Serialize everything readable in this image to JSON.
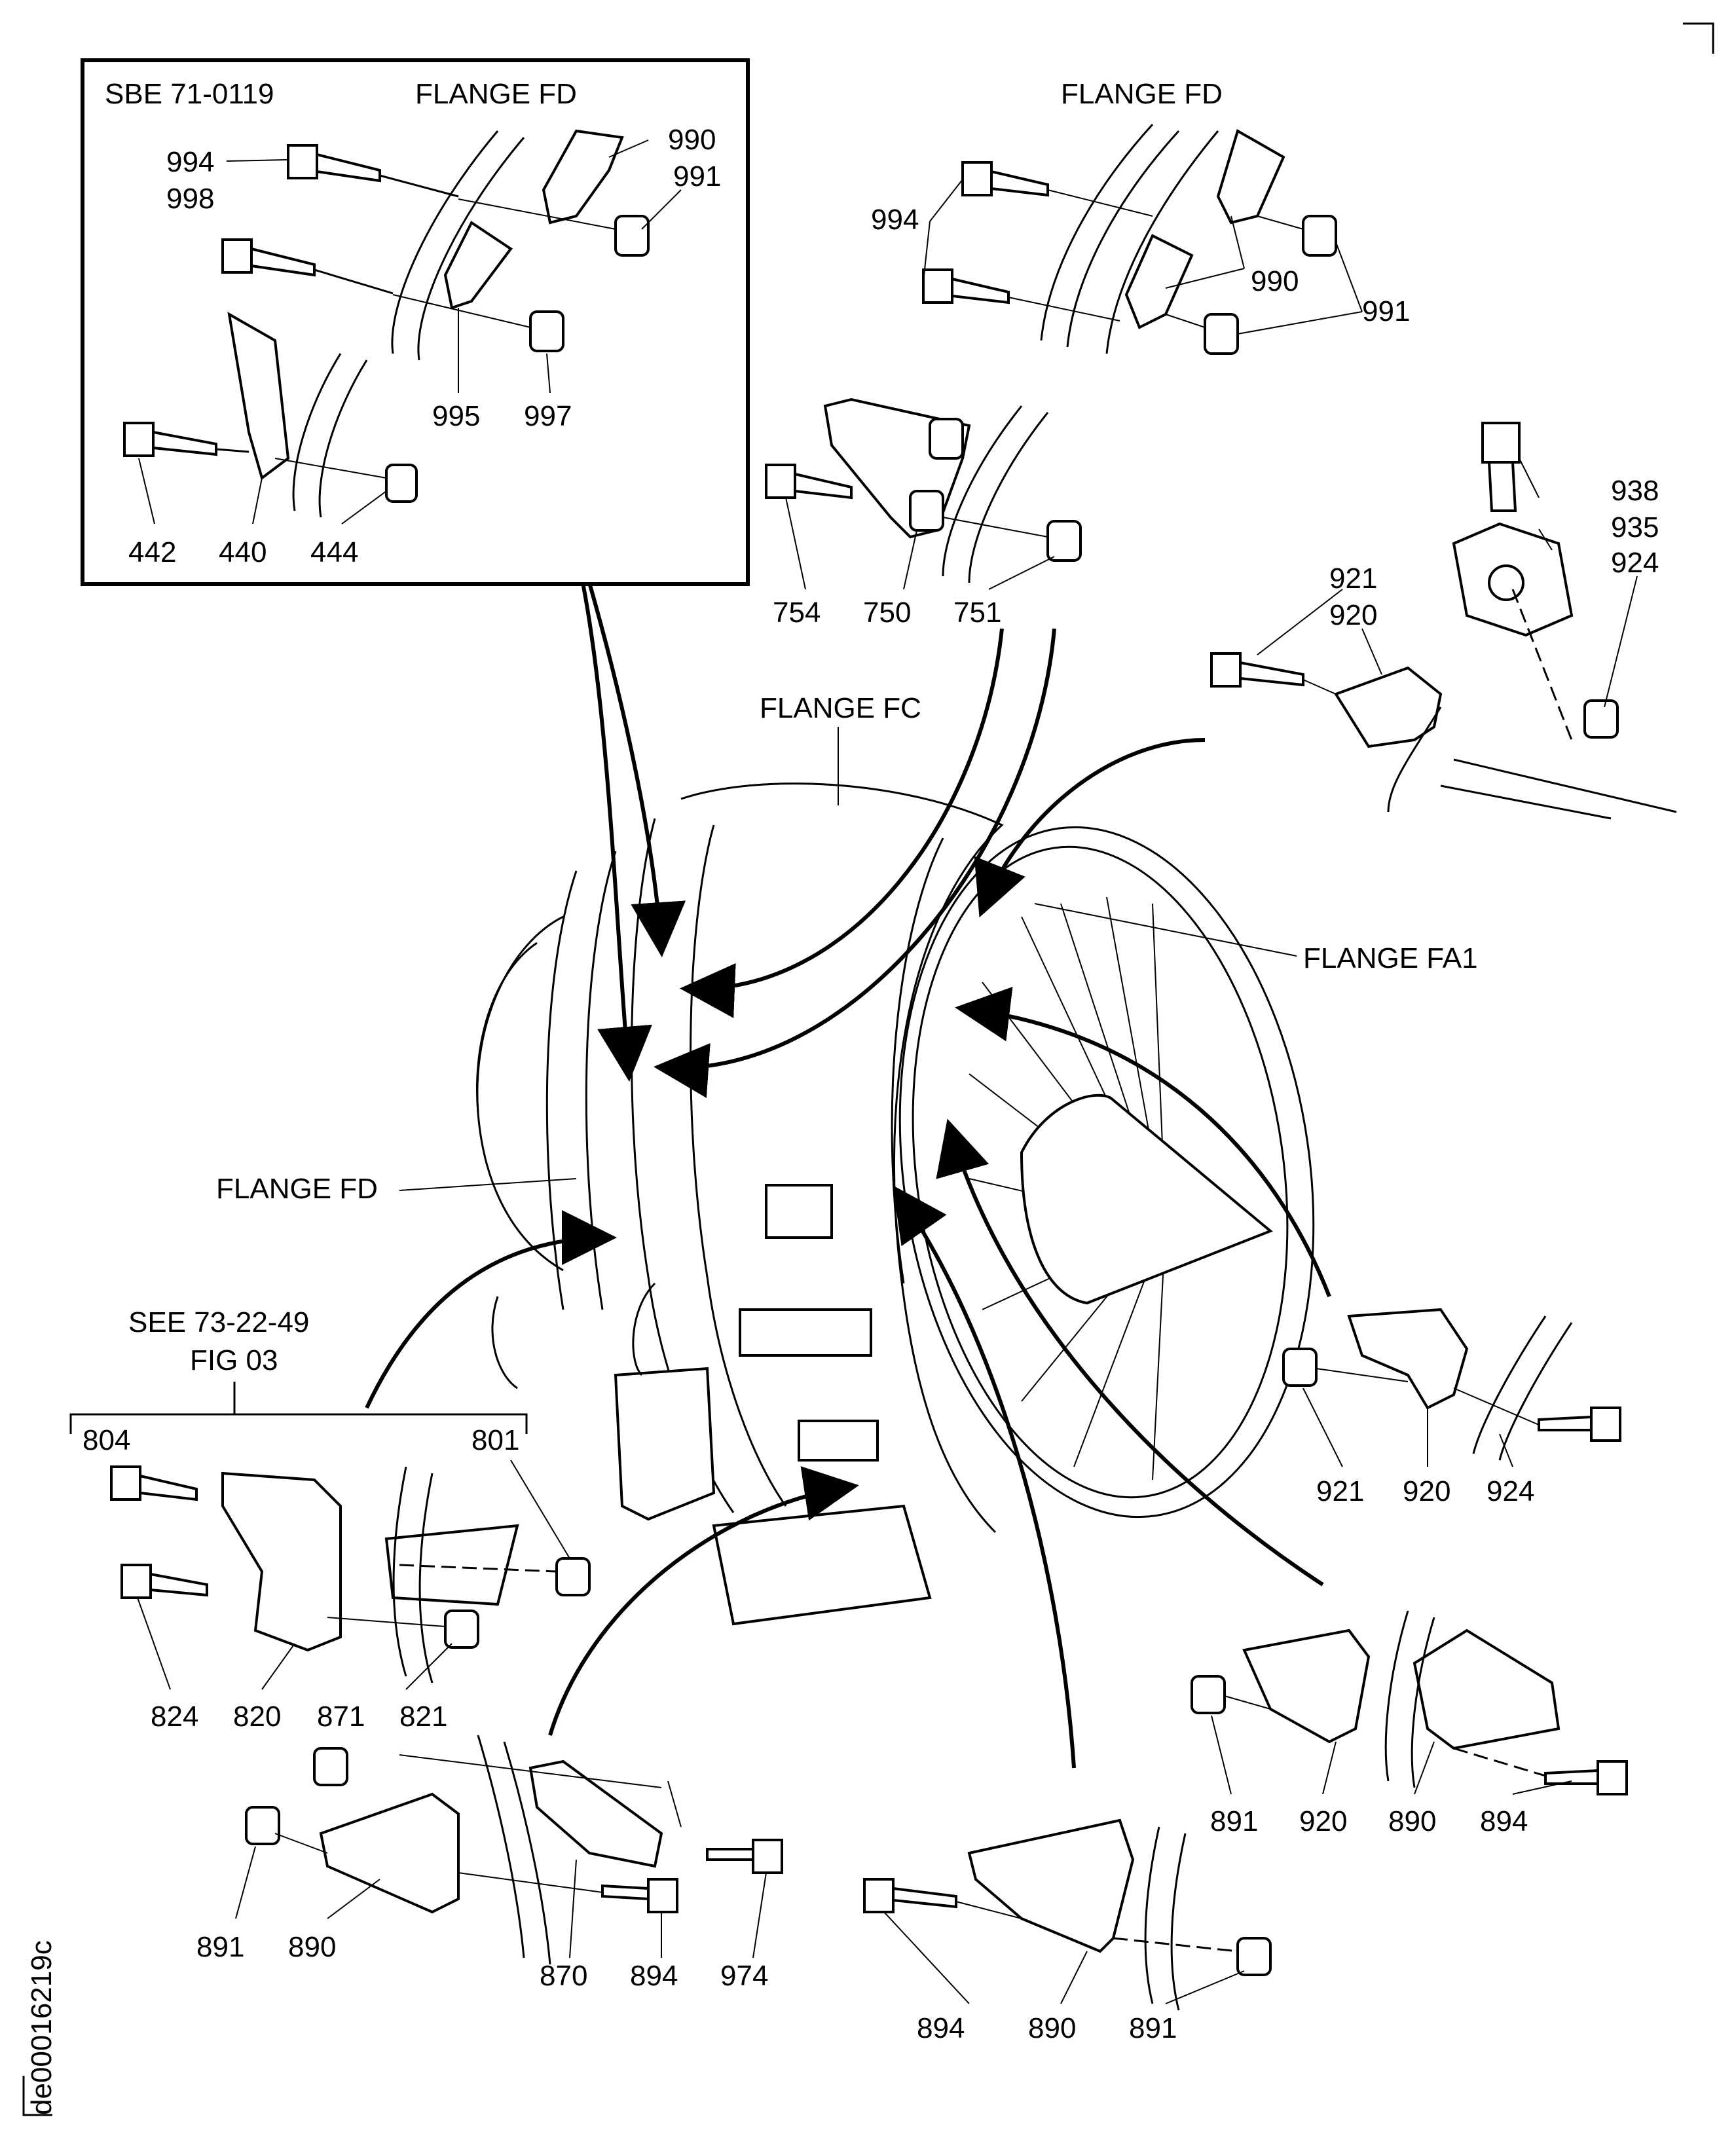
{
  "document_id": "de00016219c",
  "inset": {
    "title": "SBE 71-0119",
    "flange": "FLANGE FD",
    "callouts": [
      "994",
      "998",
      "990",
      "991",
      "995",
      "997",
      "442",
      "440",
      "444"
    ]
  },
  "flange_labels": {
    "fd_top": "FLANGE FD",
    "fc": "FLANGE FC",
    "fa1": "FLANGE FA1",
    "fd_left": "FLANGE FD"
  },
  "reference": {
    "line1": "SEE 73-22-49",
    "line2": "FIG 03"
  },
  "callouts": {
    "top_fd": [
      "994",
      "990",
      "991"
    ],
    "mid_750": [
      "754",
      "750",
      "751"
    ],
    "right_935": [
      "938",
      "935",
      "924",
      "921",
      "920"
    ],
    "right_920b": [
      "921",
      "920",
      "924"
    ],
    "left_820": [
      "804",
      "801",
      "824",
      "820",
      "871",
      "821"
    ],
    "bottom_870": [
      "891",
      "890",
      "870",
      "894",
      "974"
    ],
    "bottom_890a": [
      "894",
      "890",
      "891"
    ],
    "bottom_890b": [
      "891",
      "920",
      "890",
      "894"
    ]
  }
}
